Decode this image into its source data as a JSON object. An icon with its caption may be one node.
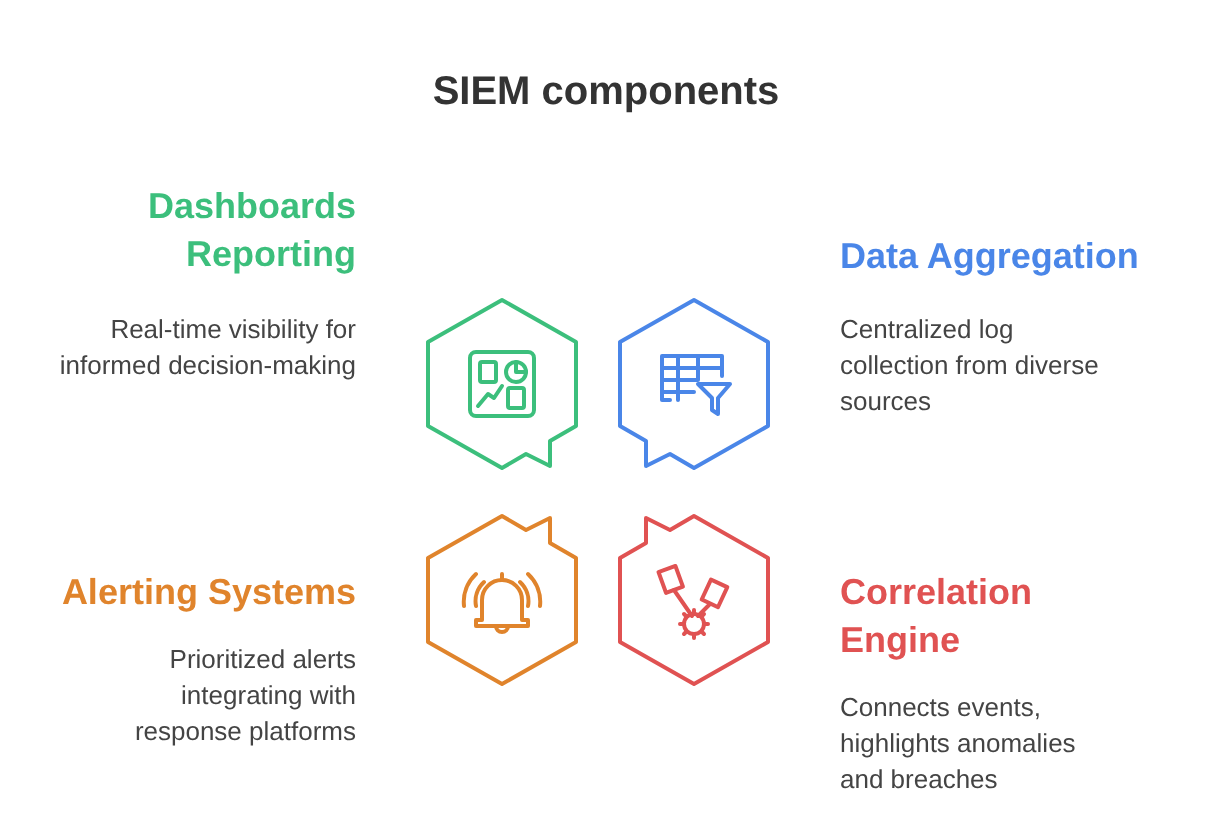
{
  "diagram": {
    "title": "SIEM components",
    "nodes": [
      {
        "text": [
          "Dashboards Reporting",
          "Real-time visibility for informed decision-making"
        ]
      },
      {
        "text": [
          "Data Aggregation",
          "Centralized log collection from diverse sources"
        ]
      },
      {
        "text": [
          "Alerting Systems",
          "Prioritized alerts integrating with response platforms"
        ]
      },
      {
        "text": [
          "Correlation Engine",
          "Connects events, highlights anomalies and breaches"
        ]
      }
    ],
    "edges": []
  }
}
